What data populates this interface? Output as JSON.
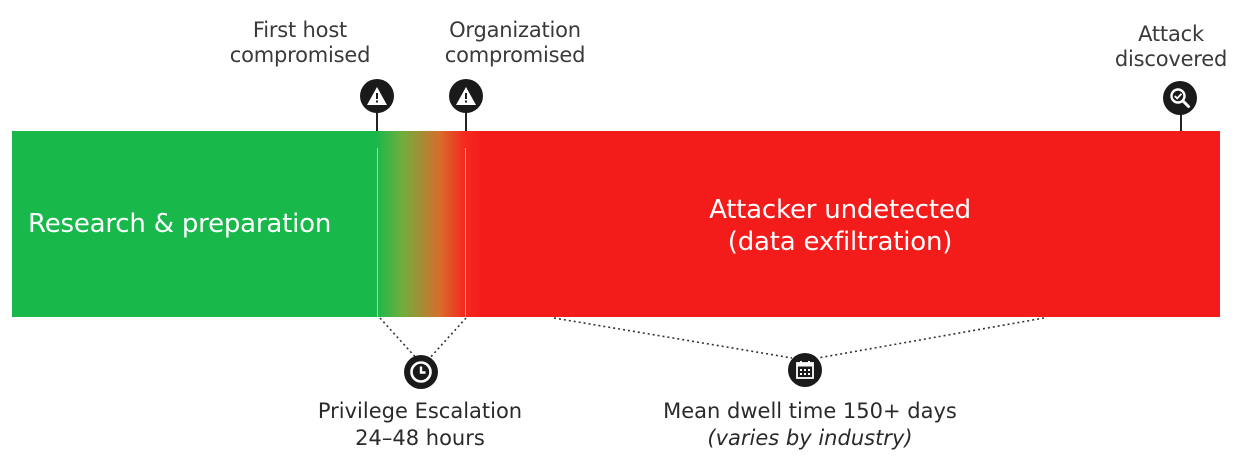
{
  "events": {
    "first_host": "First host\ncompromised",
    "organization": "Organization\ncompromised",
    "discovered": "Attack\ndiscovered"
  },
  "segments": {
    "research": "Research & preparation",
    "undetected": "Attacker undetected\n(data exfiltration)"
  },
  "privilege": {
    "title": "Privilege Escalation",
    "duration": "24–48 hours"
  },
  "dwell": {
    "title": "Mean dwell time 150+ days",
    "note": "(varies by industry)"
  },
  "colors": {
    "green": "#18b84a",
    "red": "#f41c1b",
    "icon": "#1a1a1a"
  },
  "icons": [
    "warning-icon",
    "warning-icon",
    "search-check-icon",
    "clock-icon",
    "calendar-icon"
  ]
}
